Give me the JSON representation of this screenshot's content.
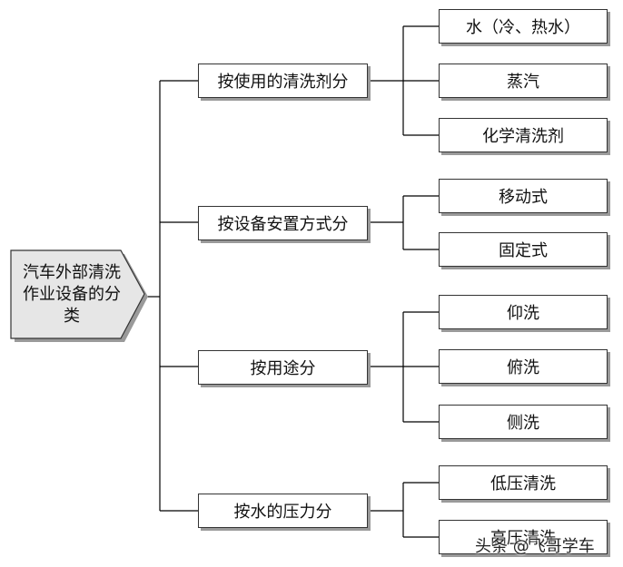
{
  "root": {
    "label": "汽车外部清洗作业设备的分类"
  },
  "categories": [
    {
      "label": "按使用的清洗剂分",
      "items": [
        "水（冷、热水）",
        "蒸汽",
        "化学清洗剂"
      ]
    },
    {
      "label": "按设备安置方式分",
      "items": [
        "移动式",
        "固定式"
      ]
    },
    {
      "label": "按用途分",
      "items": [
        "仰洗",
        "俯洗",
        "侧洗"
      ]
    },
    {
      "label": "按水的压力分",
      "items": [
        "低压清洗",
        "高压清洗"
      ]
    }
  ],
  "watermark": {
    "text": "头条 @飞哥学车",
    "icon": "toutiao-logo-icon"
  },
  "colors": {
    "root_fill": "#e6e6e6",
    "box_border": "#333333",
    "shadow": "#9a9a9a",
    "line": "#000000"
  }
}
